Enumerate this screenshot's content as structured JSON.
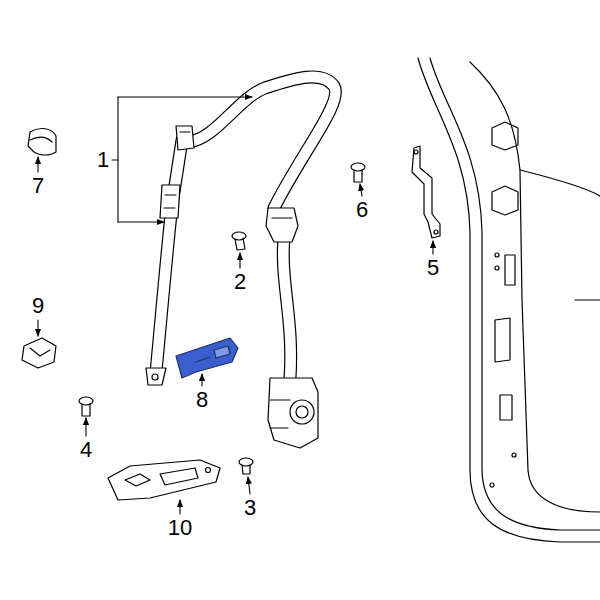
{
  "diagram": {
    "labels": [
      "1",
      "7",
      "6",
      "2",
      "5",
      "9",
      "8",
      "4",
      "3",
      "10"
    ]
  }
}
